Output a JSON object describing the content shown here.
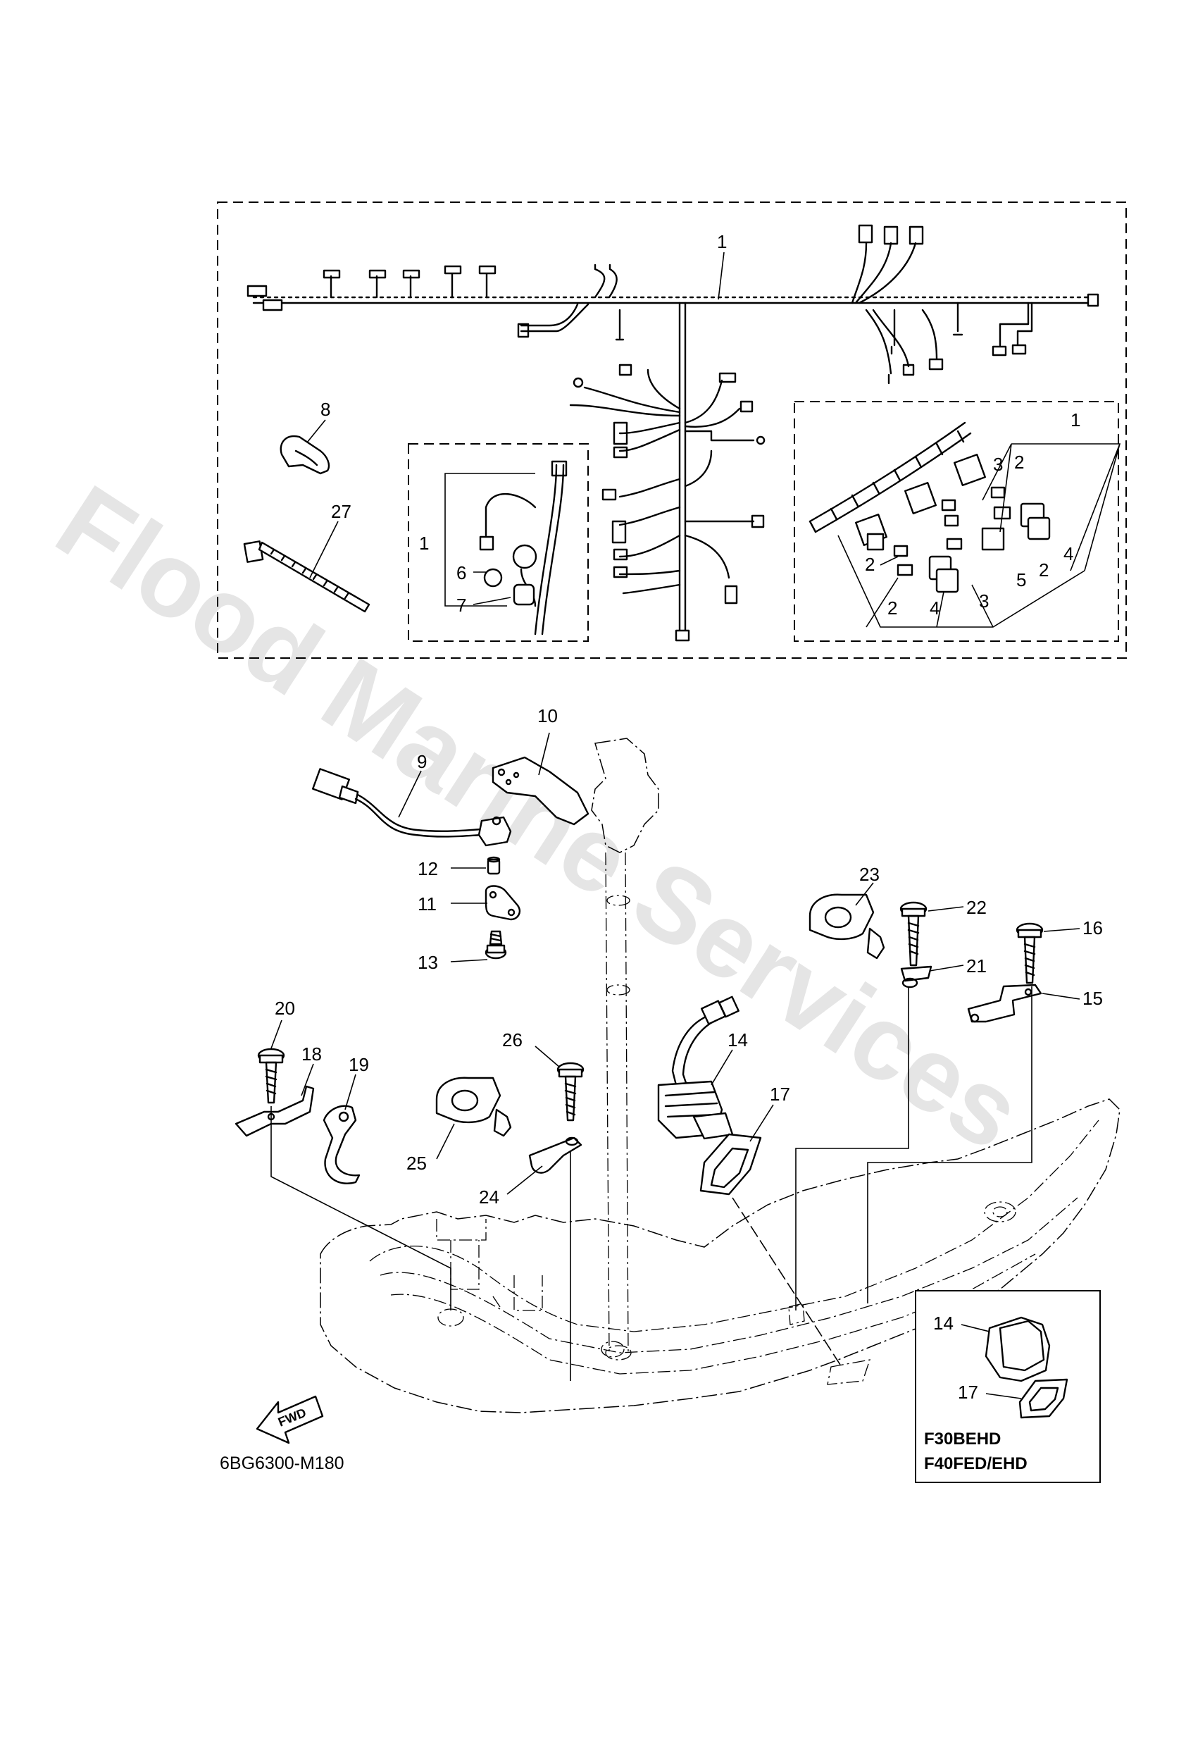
{
  "diagram": {
    "code": "6BG6300-M180",
    "direction_label": "FWD",
    "watermark": "Flood Marine Services",
    "variant_box": {
      "labels": [
        "F30BEHD",
        "F40FED/EHD"
      ],
      "callouts": [
        "14",
        "17"
      ]
    },
    "callouts": {
      "c1_main": "1",
      "c1_sub": "1",
      "c1_kit": "1",
      "c2a": "2",
      "c2b": "2",
      "c2c": "2",
      "c2d": "2",
      "c3a": "3",
      "c3b": "3",
      "c4a": "4",
      "c4b": "4",
      "c5": "5",
      "c6": "6",
      "c7": "7",
      "c8": "8",
      "c9": "9",
      "c10": "10",
      "c11": "11",
      "c12": "12",
      "c13": "13",
      "c14": "14",
      "c15": "15",
      "c16": "16",
      "c17": "17",
      "c18": "18",
      "c19": "19",
      "c20": "20",
      "c21": "21",
      "c22": "22",
      "c23": "23",
      "c24": "24",
      "c25": "25",
      "c26": "26",
      "c27": "27"
    },
    "icons": {
      "wire_harness": "wire-harness-icon",
      "connector": "connector-icon",
      "clamp": "clamp-icon",
      "cable_tie": "cable-tie-icon",
      "bolt": "bolt-icon",
      "bracket": "bracket-icon",
      "grommet": "grommet-icon",
      "fwd_arrow": "fwd-arrow-icon"
    }
  }
}
